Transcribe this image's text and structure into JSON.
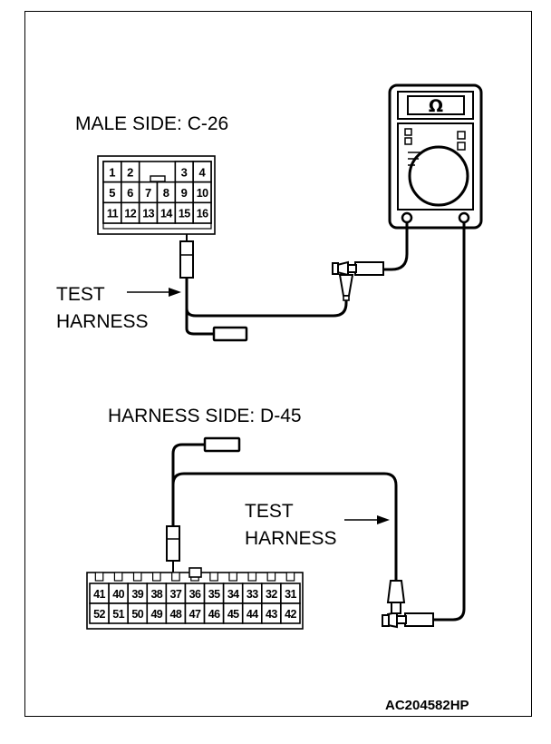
{
  "labels": {
    "male_side": "MALE SIDE: C-26",
    "harness_side": "HARNESS SIDE: D-45",
    "test_harness_1_line1": "TEST",
    "test_harness_1_line2": "HARNESS",
    "test_harness_2_line1": "TEST",
    "test_harness_2_line2": "HARNESS",
    "figure_code": "AC204582HP"
  },
  "meter": {
    "display_symbol": "Ω"
  },
  "male_connector": {
    "row1": [
      "1",
      "2",
      "",
      "",
      "3",
      "4"
    ],
    "row2": [
      "5",
      "6",
      "7",
      "8",
      "9",
      "10"
    ],
    "row3": [
      "11",
      "12",
      "13",
      "14",
      "15",
      "16"
    ]
  },
  "harness_connector": {
    "row1": [
      "41",
      "40",
      "39",
      "38",
      "37",
      "36",
      "35",
      "34",
      "33",
      "32",
      "31"
    ],
    "row2": [
      "52",
      "51",
      "50",
      "49",
      "48",
      "47",
      "46",
      "45",
      "44",
      "43",
      "42"
    ]
  },
  "icons": [
    "ohmmeter-icon",
    "probe-icon",
    "arrow-right-icon"
  ]
}
